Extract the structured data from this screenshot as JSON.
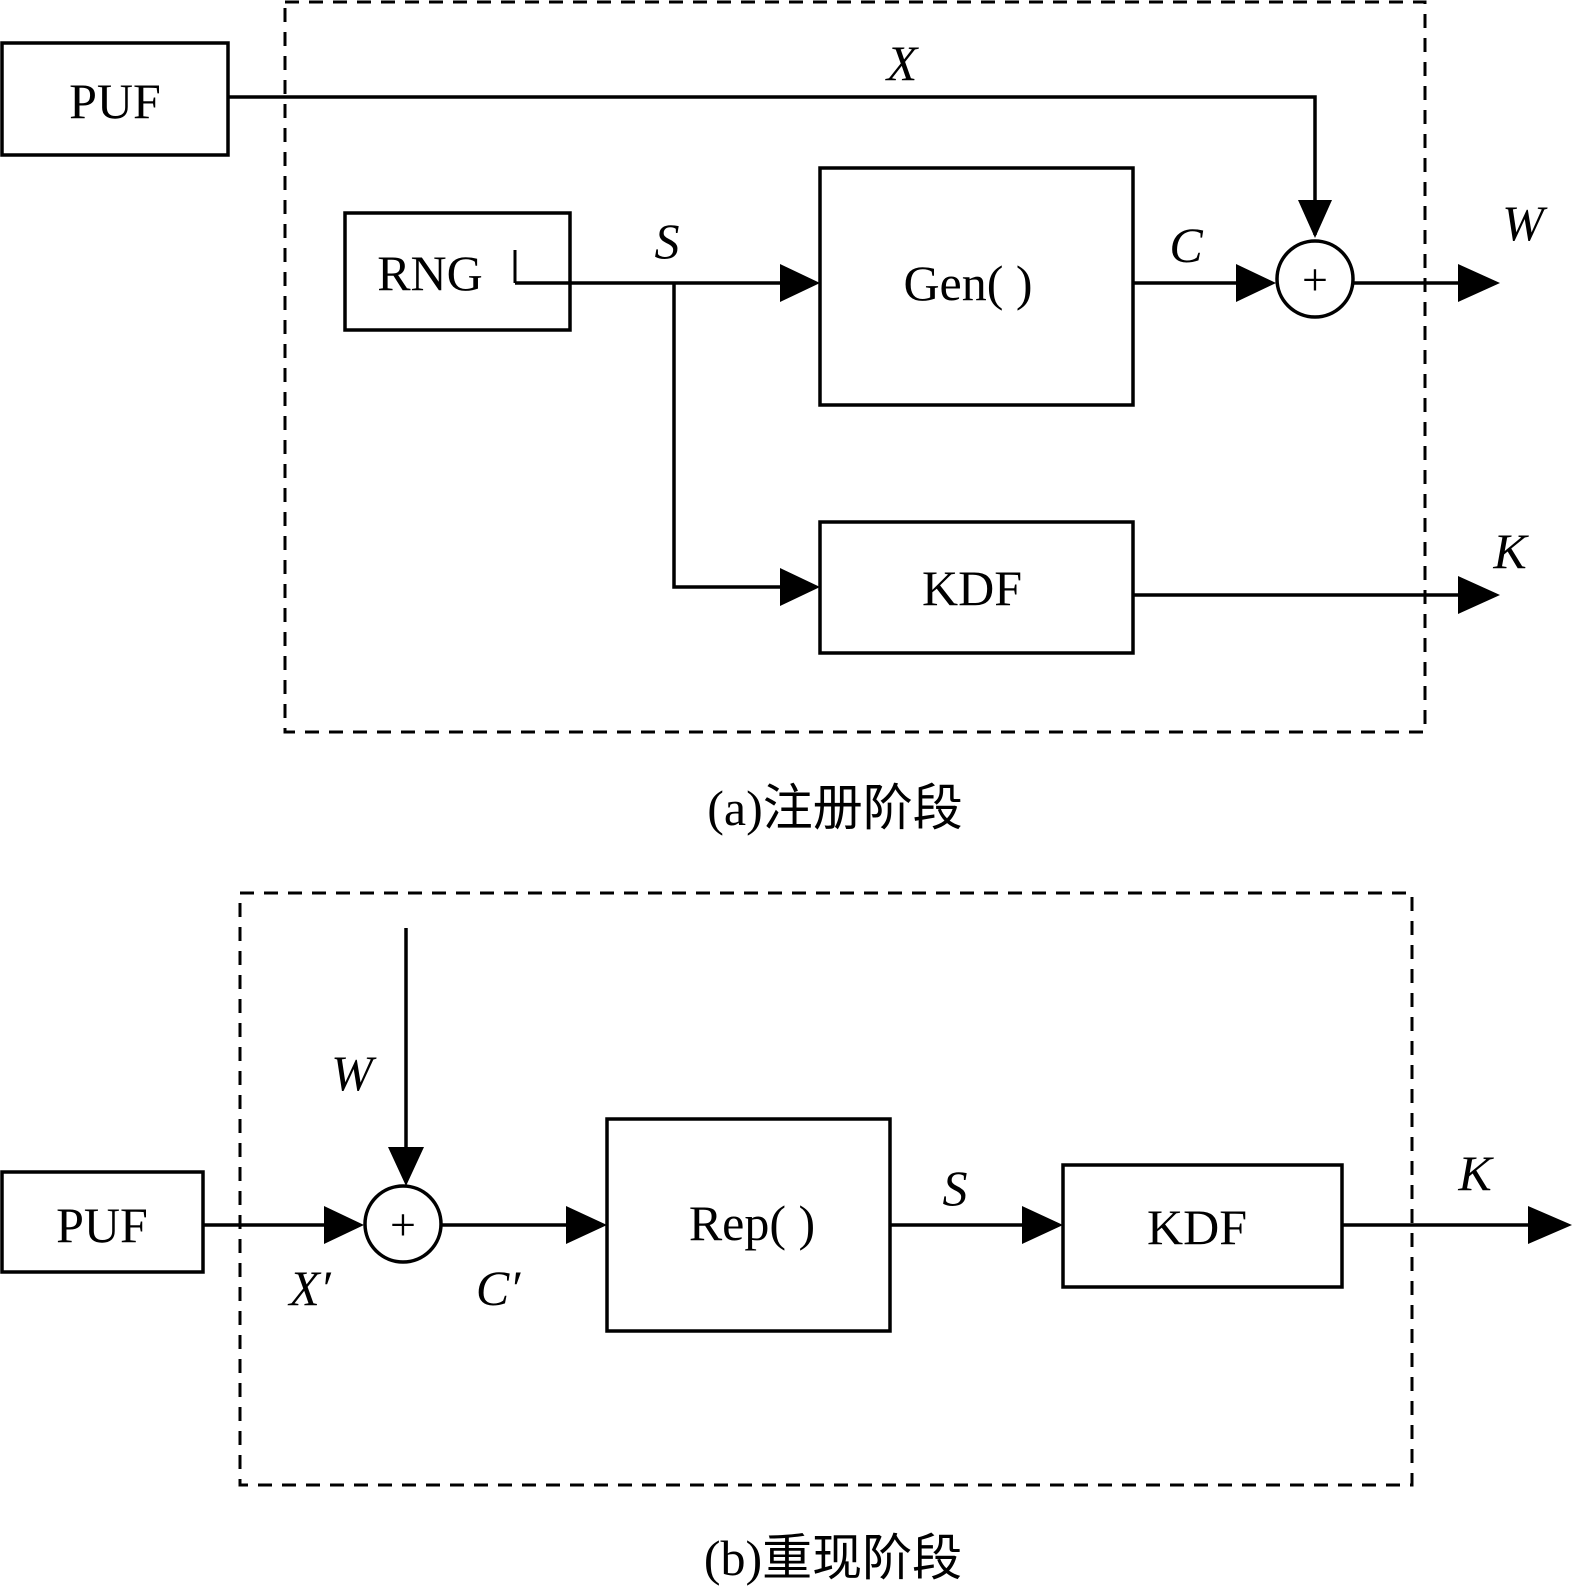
{
  "enrollment": {
    "puf": "PUF",
    "rng": "RNG",
    "gen": "Gen( )",
    "kdf": "KDF",
    "xor": "+",
    "x": "X",
    "s": "S",
    "c": "C",
    "w": "W",
    "k": "K",
    "caption": "(a)注册阶段"
  },
  "reproduction": {
    "puf": "PUF",
    "rep": "Rep( )",
    "kdf": "KDF",
    "xor": "+",
    "w": "W",
    "x_prime": "X′",
    "c_prime": "C′",
    "s": "S",
    "k": "K",
    "caption": "(b)重现阶段"
  }
}
